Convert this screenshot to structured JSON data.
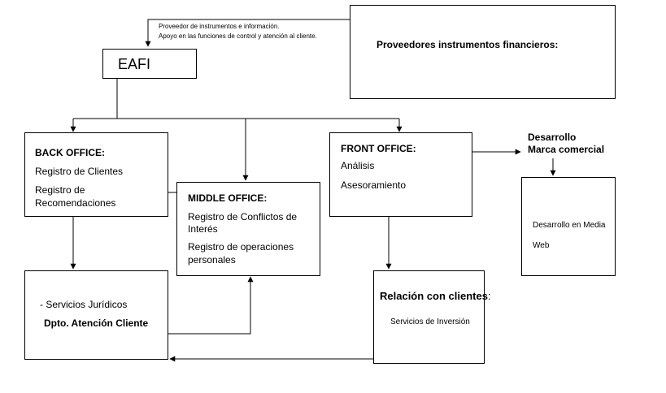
{
  "eafi": {
    "label": "EAFI"
  },
  "annotation": {
    "line1": "Proveedor de instrumentos e información.",
    "line2": "Apoyo en las funciones de control y atención al cliente."
  },
  "providers": {
    "title": "Proveedores instrumentos financieros:"
  },
  "back_office": {
    "title": "BACK OFFICE:",
    "item1": "Registro de Clientes",
    "item2_line1": "Registro de",
    "item2_line2": "Recomendaciones"
  },
  "middle_office": {
    "title": "MIDDLE OFFICE:",
    "item1_line1": "Registro de Conflictos de",
    "item1_line2": "Interés",
    "item2_line1": "Registro de operaciones",
    "item2_line2": "personales"
  },
  "front_office": {
    "title": "FRONT OFFICE:",
    "item1": "Análisis",
    "item2": "Asesoramiento"
  },
  "brand": {
    "title_line1": "Desarrollo",
    "title_line2": "Marca comercial"
  },
  "web_box": {
    "line1": "Desarrollo en Media",
    "line2": "Web"
  },
  "services": {
    "item1": "- Servicios Jurídicos",
    "item2": "Dpto. Atención Cliente"
  },
  "client_relations": {
    "title": "Relación con clientes",
    "suffix": ":",
    "item1": "Servicios de Inversión"
  }
}
